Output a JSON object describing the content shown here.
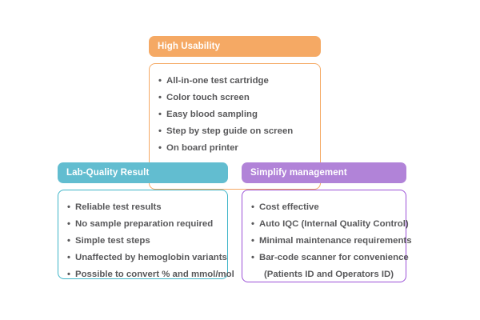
{
  "page": {
    "background_color": "#ffffff"
  },
  "cards": [
    {
      "id": "usability",
      "title": "High Usability",
      "accent_color": "#f5a964",
      "items": [
        {
          "text": "All-in-one test cartridge",
          "bullet": true
        },
        {
          "text": "Color touch screen",
          "bullet": true
        },
        {
          "text": "Easy blood sampling",
          "bullet": true
        },
        {
          "text": "Step by step guide on screen",
          "bullet": true
        },
        {
          "text": "On board printer",
          "bullet": true
        }
      ]
    },
    {
      "id": "lab",
      "title": "Lab-Quality Result",
      "accent_color": "#3fb5c8",
      "header_color": "#62bdd0",
      "items": [
        {
          "text": "Reliable test results",
          "bullet": true
        },
        {
          "text": "No sample preparation required",
          "bullet": true
        },
        {
          "text": "Simple test steps",
          "bullet": true
        },
        {
          "text": "Unaffected by hemoglobin variants",
          "bullet": true
        },
        {
          "text": "Possible to convert % and mmol/mol",
          "bullet": true
        }
      ]
    },
    {
      "id": "simplify",
      "title": "Simplify management",
      "accent_color": "#9b51d6",
      "header_color": "#b183d8",
      "items": [
        {
          "text": "Cost effective",
          "bullet": true
        },
        {
          "text": "Auto IQC (Internal Quality Control)",
          "bullet": true
        },
        {
          "text": "Minimal maintenance requirements",
          "bullet": true
        },
        {
          "text": "Bar-code scanner for convenience",
          "bullet": true
        },
        {
          "text": "(Patients ID and Operators ID)",
          "bullet": false
        }
      ]
    }
  ]
}
